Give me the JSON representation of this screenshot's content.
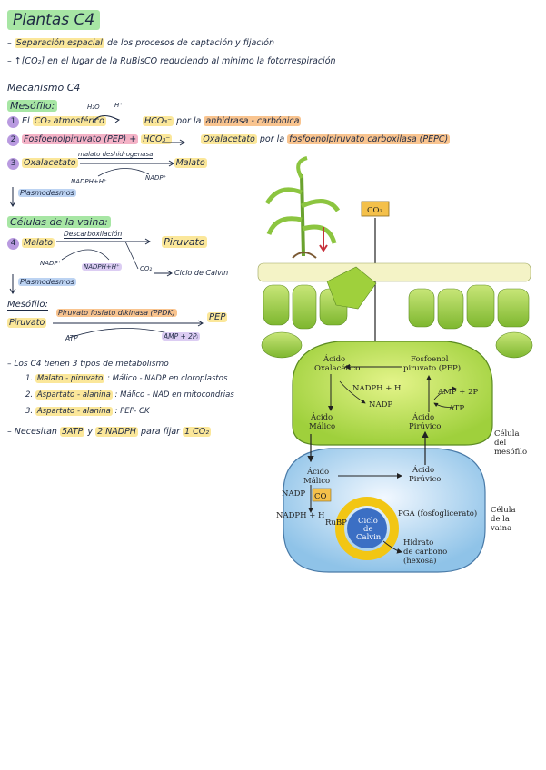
{
  "title": "Plantas C4",
  "intro": {
    "line1_a": "Separación espacial",
    "line1_b": "de los procesos de captación y fijación",
    "line2": "– ↑[CO₂] en el lugar de la RuBisCO reduciendo al mínimo la fotorrespiración"
  },
  "mecanismo": {
    "heading": "Mecanismo C4",
    "mesofilo_label": "Mesófilo:",
    "step1_num": "1",
    "step1_a": "El",
    "step1_b": "CO₂ atmosférico",
    "step1_h2o": "H₂O",
    "step1_h": "H⁺",
    "step1_hco3": "HCO₃⁻",
    "step1_por": "por la",
    "step1_enzyme": "anhidrasa - carbónica",
    "step2_num": "2",
    "step2_a": "Fosfoenolpiruvato (PEP) +",
    "step2_b": "HCO₃⁻",
    "step2_c": "Oxalacetato",
    "step2_d": "por la",
    "step2_e": "fosfoenolpiruvato carboxilasa (PEPC)",
    "step3_num": "3",
    "step3_a": "Oxalacetato",
    "step3_enzyme": "malato deshidrogenasa",
    "step3_b": "Malato",
    "step3_nadph": "NADPH+H⁺",
    "step3_nadp": "NADP⁺",
    "plasmodesmos1": "Plasmodesmos",
    "vaina_label": "Células de la vaina:",
    "step4_num": "4",
    "step4_a": "Malato",
    "step4_enzyme": "Descarboxilación",
    "step4_b": "Piruvato",
    "step4_nadp": "NADP⁺",
    "step4_nadph": "NADPH+H⁺",
    "step4_co2": "CO₂",
    "step4_calvin": "Ciclo de Calvin",
    "plasmodesmos2": "Plasmodesmos",
    "mesofilo2_label": "Mesófilo:",
    "step5_a": "Piruvato",
    "step5_enzyme": "Piruvato fosfato dikinasa (PPDK)",
    "step5_b": "PEP",
    "step5_atp": "ATP",
    "step5_amp": "AMP + 2Pᵢ"
  },
  "tipos": {
    "intro": "Los C4 tienen 3 tipos de metabolismo",
    "items": [
      {
        "num": "1.",
        "name": "Malato - piruvato",
        "desc": ": Málico - NADP en cloroplastos"
      },
      {
        "num": "2.",
        "name": "Aspartato - alanina",
        "desc": ": Málico - NAD en mitocondrias"
      },
      {
        "num": "3.",
        "name": "Aspartato - alanina",
        "desc": ": PEP- CK"
      }
    ]
  },
  "necesitan": {
    "a": "Necesitan",
    "b": "5ATP",
    "c": "y",
    "d": "2 NADPH",
    "e": "para fijar",
    "f": "1 CO₂"
  },
  "diagram": {
    "co2_top": "CO₂",
    "acido_oxalacetico_1": "Ácido",
    "acido_oxalacetico_2": "Oxalacético",
    "fosfoenol_1": "Fosfoenol",
    "fosfoenol_2": "piruvato (PEP)",
    "nadph_h": "NADPH + H",
    "nadp": "NADP",
    "amp_2p": "AMP + 2P",
    "atp": "ATP",
    "acido_malico_1": "Ácido",
    "acido_malico_2": "Málico",
    "acido_piruvico_1": "Ácido",
    "acido_piruvico_2": "Pirúvico",
    "celula_mesofilo_1": "Célula",
    "celula_mesofilo_2": "del",
    "celula_mesofilo_3": "mesófilo",
    "acido_malico_b1": "Ácido",
    "acido_malico_b2": "Málico",
    "acido_piruvico_b1": "Ácido",
    "acido_piruvico_b2": "Pirúvico",
    "nadp_b": "NADP",
    "co_b": "CO",
    "nadph_h_b": "NADPH + H",
    "rubp": "RuBP",
    "ciclo_1": "Ciclo",
    "ciclo_2": "de",
    "ciclo_3": "Calvin",
    "pga": "PGA (fosfoglicerato)",
    "hidrato_1": "Hidrato",
    "hidrato_2": "de carbono",
    "hidrato_3": "(hexosa)",
    "celula_vaina_1": "Célula",
    "celula_vaina_2": "de la",
    "celula_vaina_3": "vaina",
    "colors": {
      "mesophyll": "#b7dc4a",
      "bundle_sheath": "#8fc3e8",
      "calvin": "#f2c614",
      "co2_box": "#f4c04a"
    }
  }
}
